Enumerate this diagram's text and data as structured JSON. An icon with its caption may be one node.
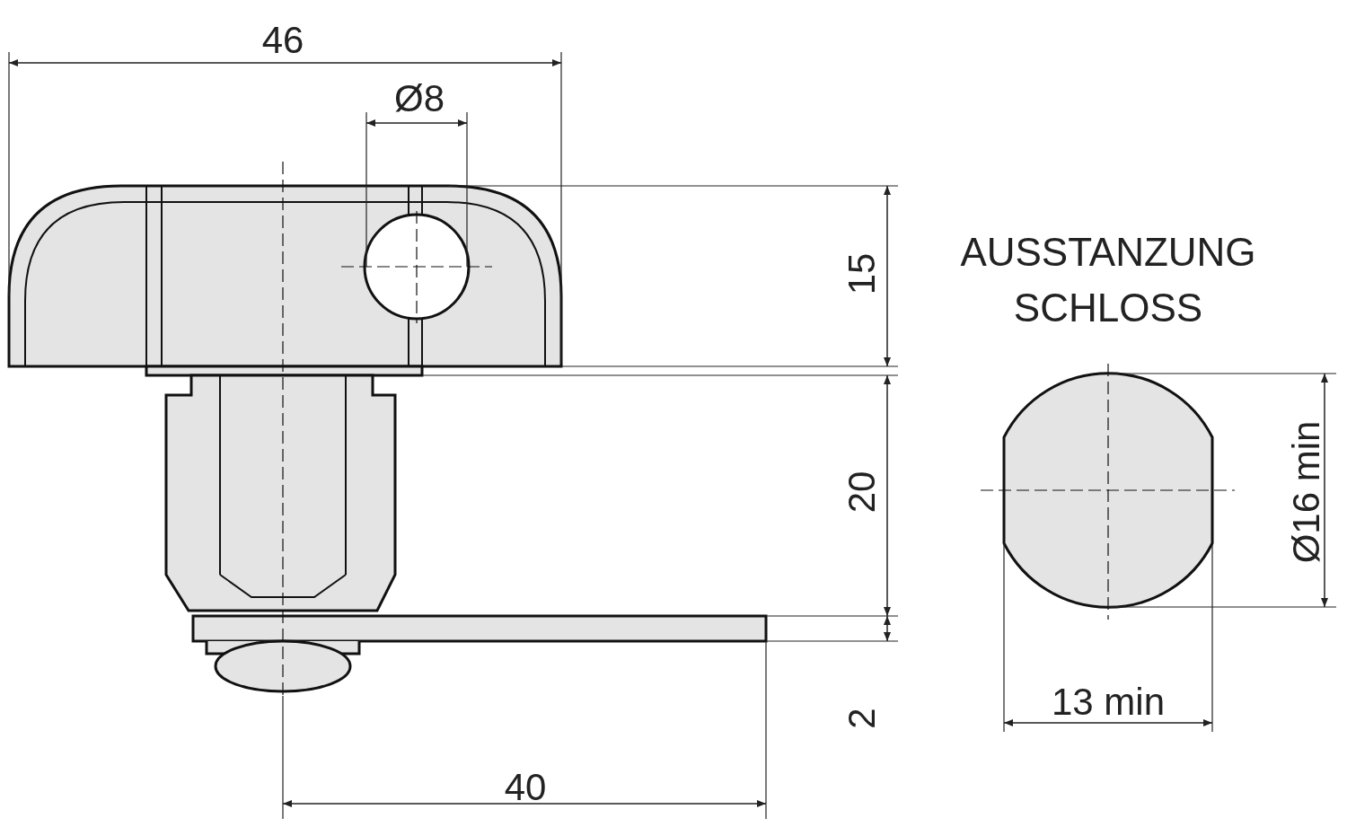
{
  "diagram": {
    "labels": [
      "46",
      "Ø8",
      "15",
      "AUSSTANZUNG SCHLOSS",
      "20",
      "Ø16 min",
      "2",
      "13 min",
      "40"
    ]
  }
}
